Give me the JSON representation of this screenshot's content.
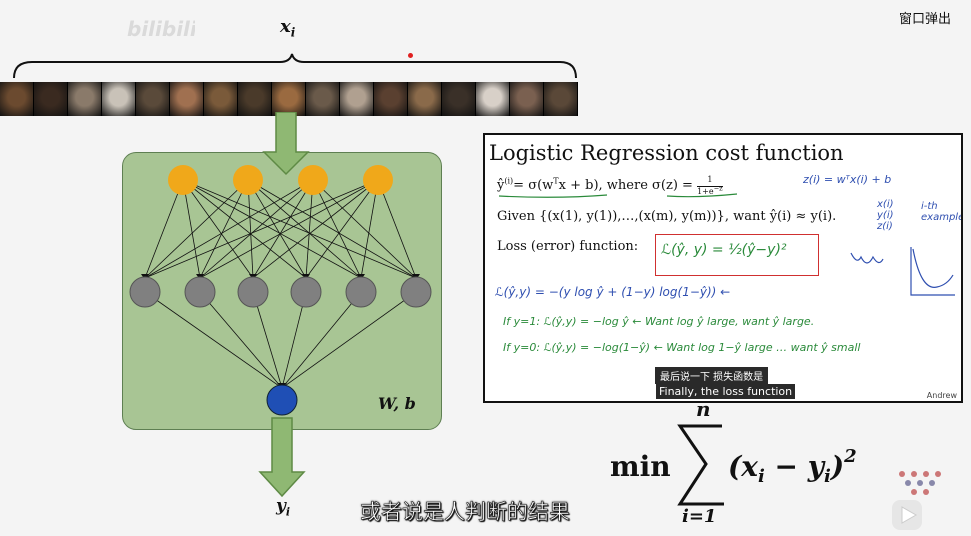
{
  "header": {
    "popout_label": "窗口弹出"
  },
  "network": {
    "input_label": "x",
    "input_sub": "i",
    "output_label": "y",
    "output_sub": "i",
    "params_label": "W, b",
    "cat_count": 17
  },
  "slide": {
    "title": "Logistic Regression cost function",
    "line1_a": "ŷ",
    "line1_b": "(i)",
    "line1_c": "= σ(w",
    "line1_d": "x",
    "line1_e": " + b), where σ(z",
    "line1_f": ") =",
    "line2": "Given {(x(1), y(1)),…,(x(m), y(m))}, want ŷ(i) ≈ y(i).",
    "line3": "Loss (error) function:",
    "author": "Andrew"
  },
  "handwriting": {
    "loss_box": "ℒ(ŷ, y) = ½(ŷ−y)²",
    "z_def": "z(i) = wᵀx(i) + b",
    "vars": "x(i)\ny(i)\nz(i)",
    "ith": "i-th\nexample",
    "loss_full": "ℒ(ŷ,y) = −(y log ŷ + (1−y) log(1−ŷ)) ←",
    "if1": "If  y=1:  ℒ(ŷ,y) = −log ŷ  ←  Want log ŷ large, want ŷ large.",
    "if0": "If  y=0:  ℒ(ŷ,y) = −log(1−ŷ)  ←  Want log 1−ŷ large … want ŷ small"
  },
  "subtitles": {
    "small_zh": "最后说一下 损失函数是",
    "small_en": "Finally, the loss function",
    "main": "或者说是人判断的结果"
  },
  "formula": {
    "min": "min",
    "sum_top": "n",
    "sum_bottom": "i=1",
    "body": "(x",
    "body_sub_x": "i",
    "minus": " − y",
    "body_sub_y": "i",
    "close": ")",
    "power": "2"
  },
  "colors": {
    "panel": "#a8c594",
    "arrow": "#8fb873",
    "input_node": "#f0a81a",
    "hidden_node": "#808080",
    "output_node": "#1f4fb5",
    "handwriting_green": "#2a8a3a",
    "handwriting_blue": "#2f4fb0",
    "box_red": "#d03030"
  }
}
